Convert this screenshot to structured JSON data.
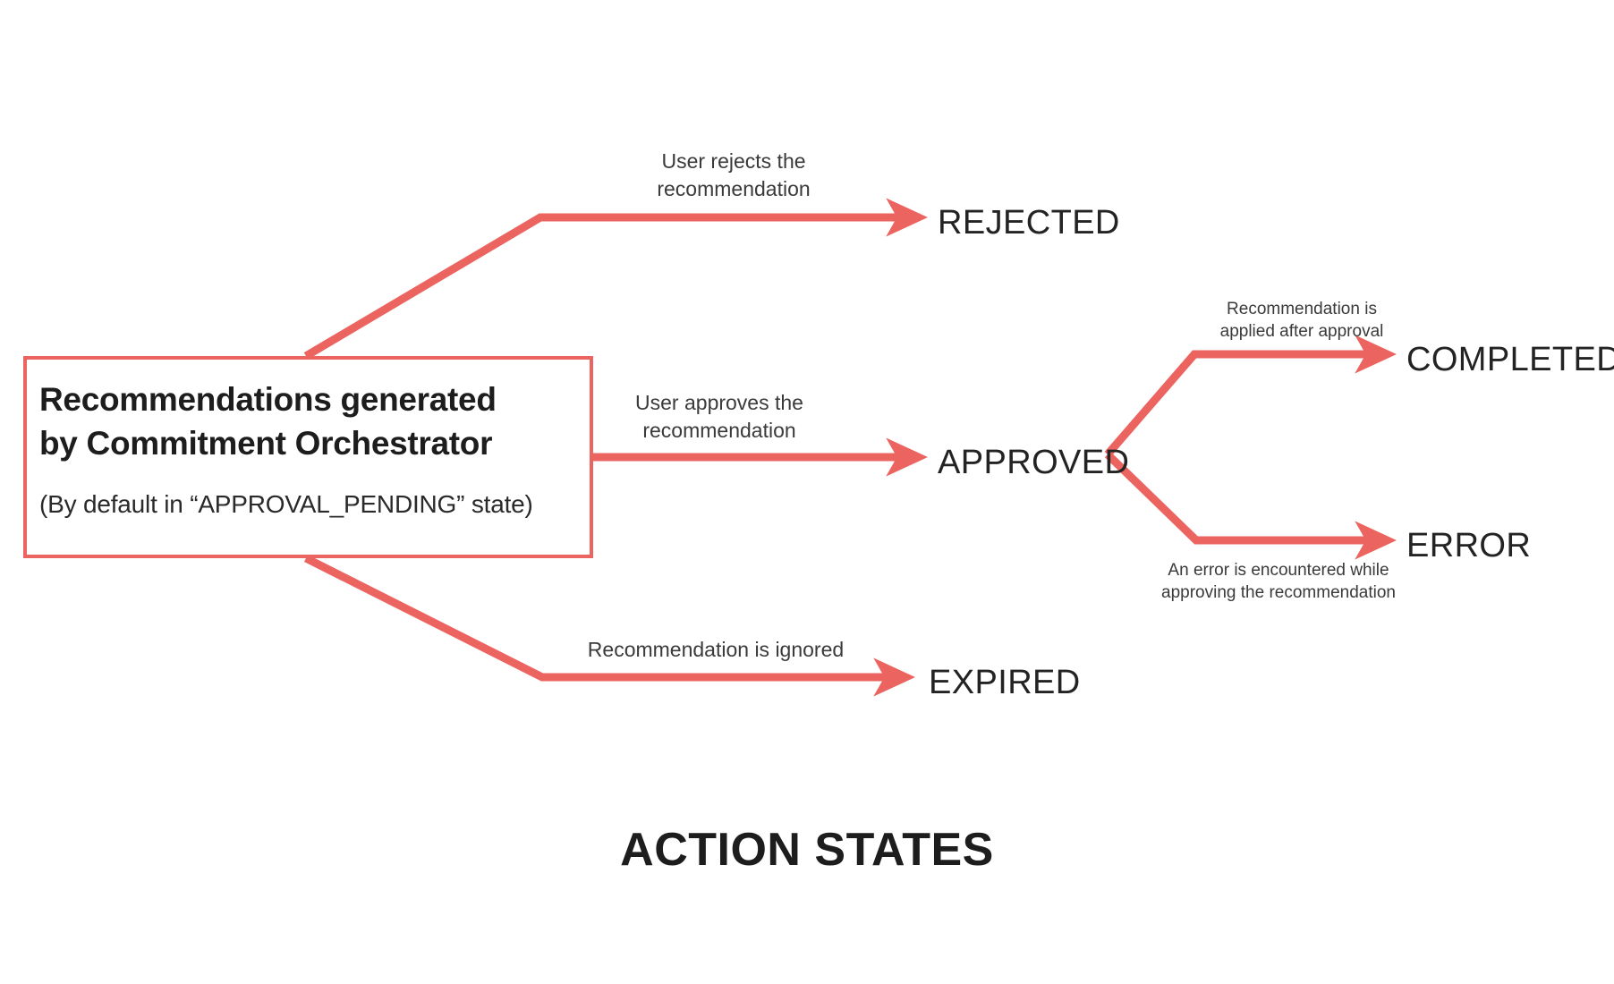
{
  "diagram": {
    "caption": "ACTION STATES",
    "accent_color": "#ec6460",
    "text_color": "#232323",
    "background_color": "#ffffff",
    "source_node": {
      "title": "Recommendations generated\nby Commitment Orchestrator",
      "subtitle": "(By default in “APPROVAL_PENDING” state)"
    },
    "states": {
      "rejected": "REJECTED",
      "approved": "APPROVED",
      "expired": "EXPIRED",
      "completed": "COMPLETED",
      "error": "ERROR"
    },
    "transitions": {
      "reject": "User rejects the\nrecommendation",
      "approve": "User approves the\nrecommendation",
      "expire": "Recommendation is ignored",
      "complete": "Recommendation is\napplied after approval",
      "error": "An error is encountered while\napproving the recommendation"
    }
  }
}
